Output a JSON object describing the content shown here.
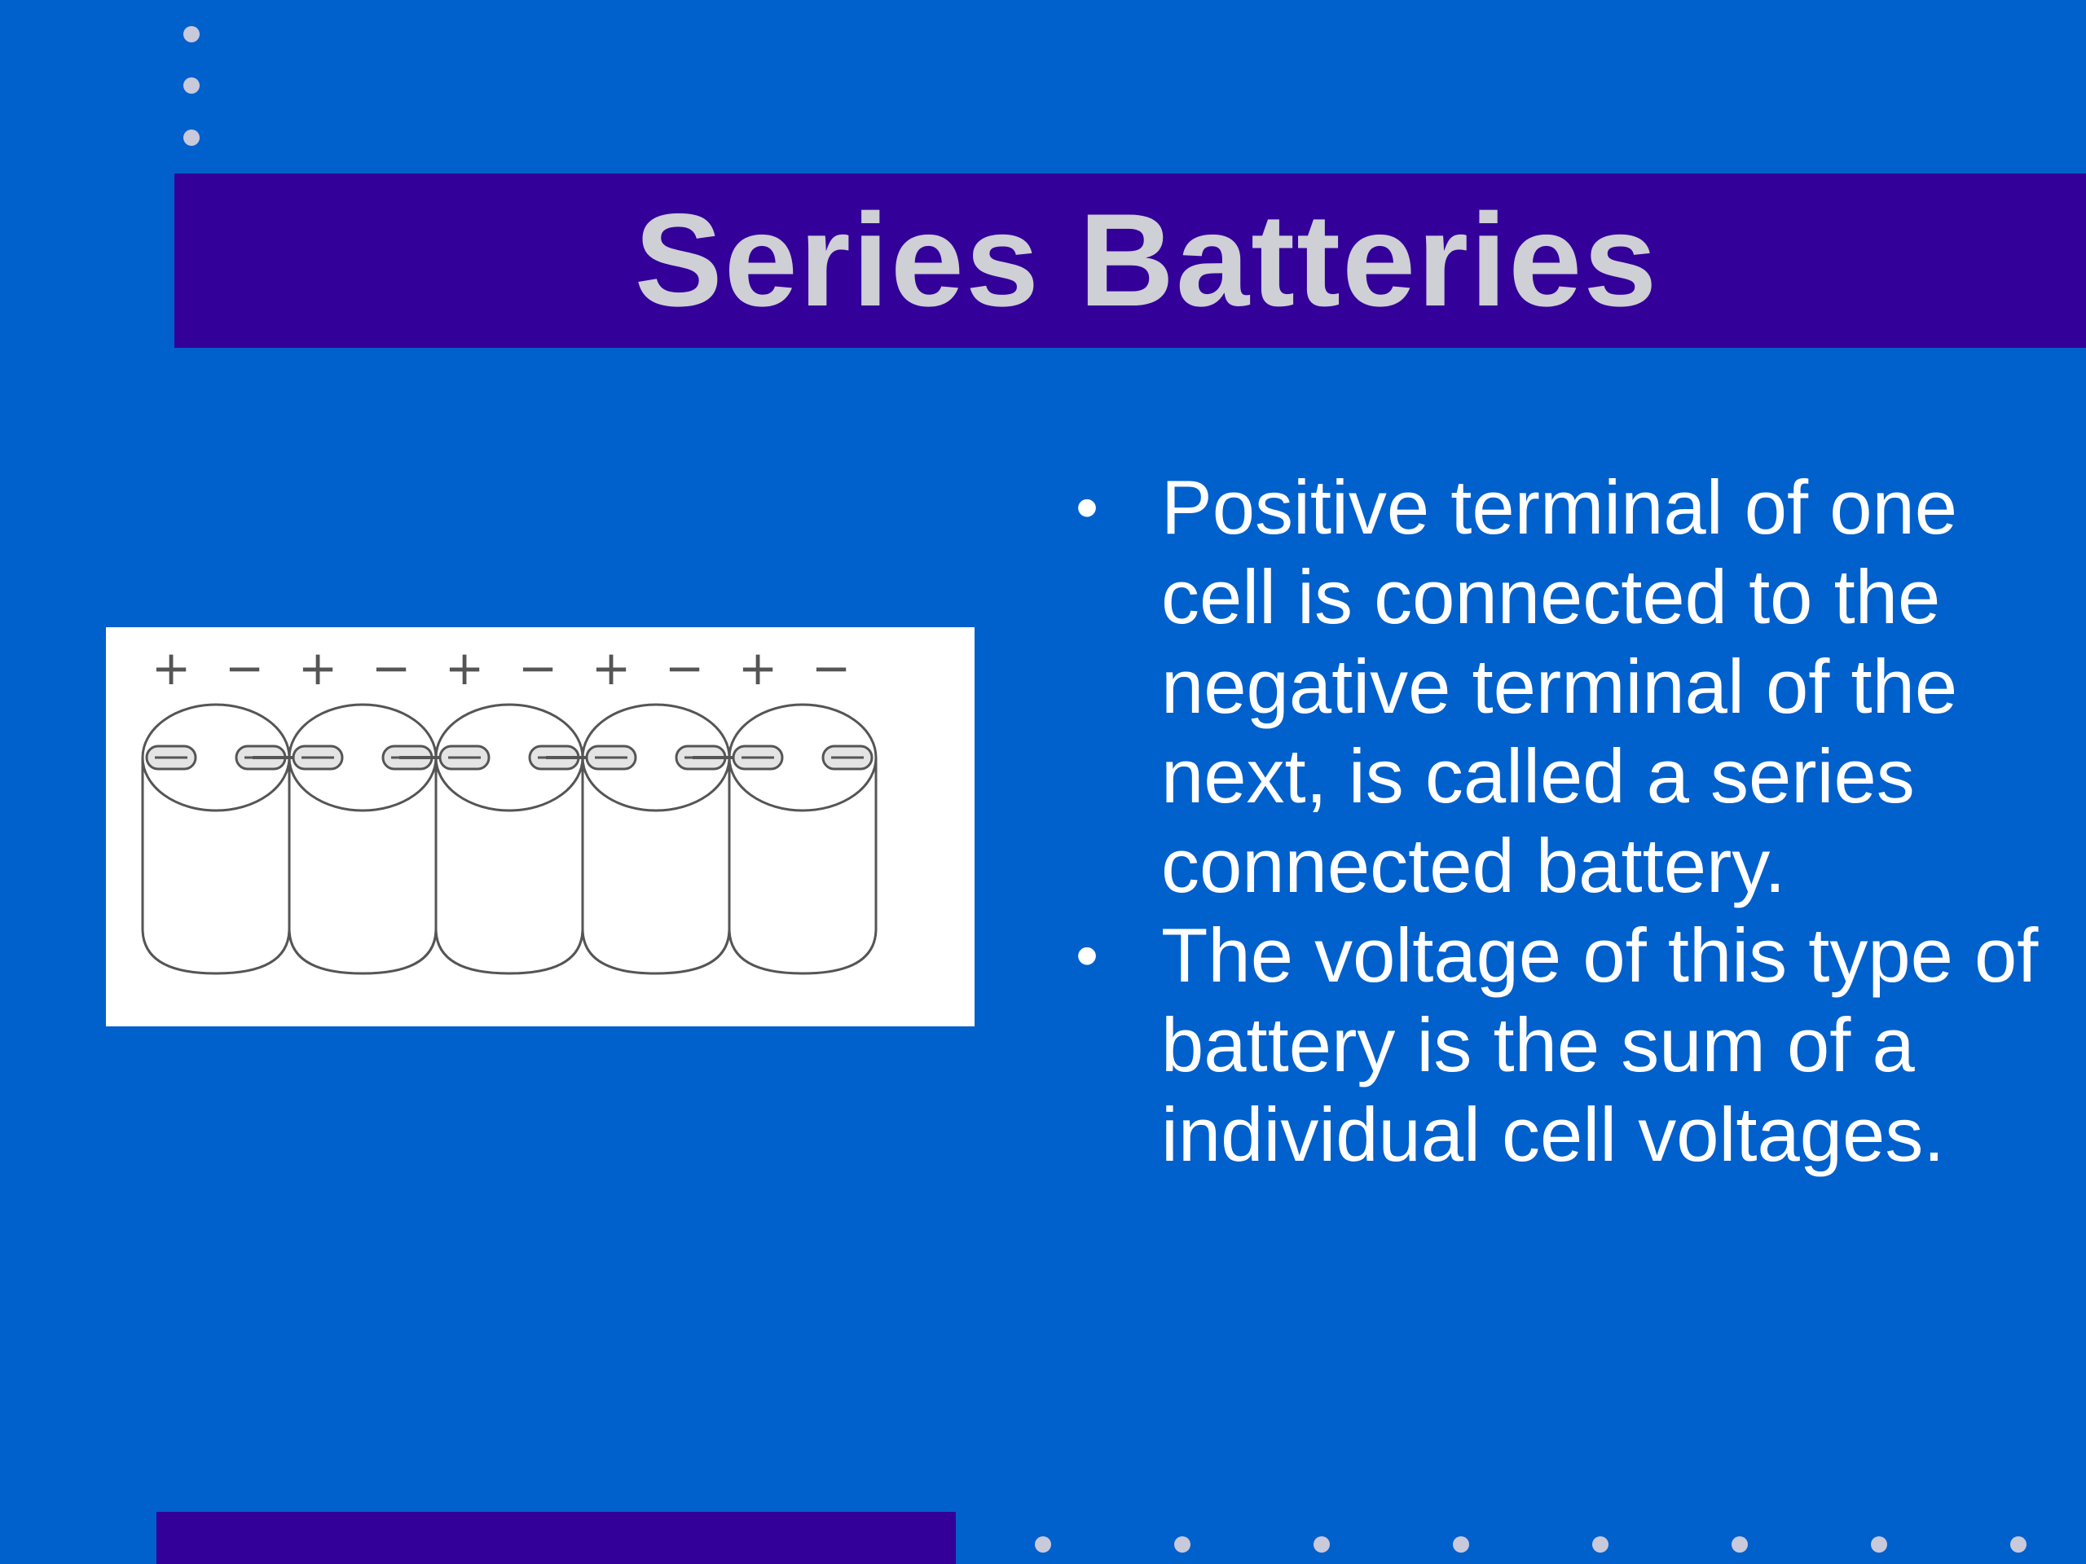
{
  "slide": {
    "title": "Series Batteries",
    "bullets": [
      "Positive terminal of one cell is connected to the negative terminal of the next, is called a series connected battery.",
      "The voltage of this type of battery is the sum of a individual cell voltages."
    ],
    "bullet_symbol": "•"
  },
  "figure": {
    "cell_count": 5,
    "terminal_signs": [
      "+",
      "−",
      "+",
      "−",
      "+",
      "−",
      "+",
      "−",
      "+",
      "−"
    ]
  },
  "colors": {
    "background": "#0060cc",
    "accent_bar": "#330099",
    "title_text": "#cfcfd6",
    "body_text": "#ffffff",
    "dots": "#c9c9dc"
  }
}
